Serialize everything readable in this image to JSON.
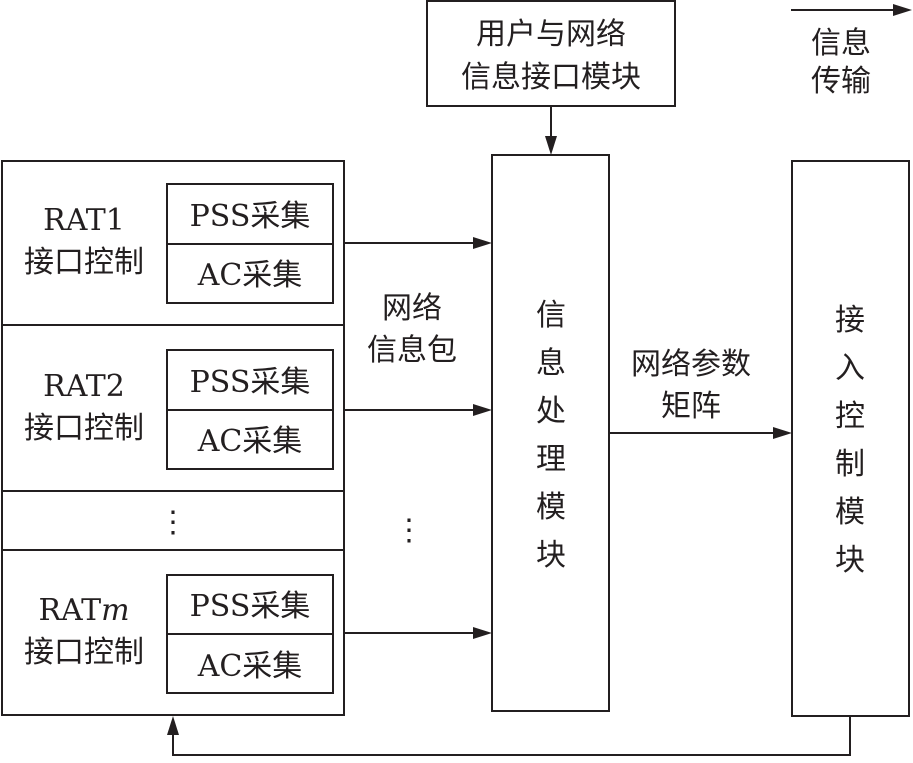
{
  "legend": {
    "label_line1": "信息",
    "label_line2": "传输",
    "arrow_icon": "arrow-right-icon"
  },
  "user_network_module": {
    "line1": "用户与网络",
    "line2": "信息接口模块"
  },
  "rat_blocks": [
    {
      "name_prefix": "RAT",
      "name_suffix": "1",
      "suffix_italic": false,
      "subtitle": "接口控制",
      "sub1": "PSS采集",
      "sub2": "AC采集"
    },
    {
      "name_prefix": "RAT",
      "name_suffix": "2",
      "suffix_italic": false,
      "subtitle": "接口控制",
      "sub1": "PSS采集",
      "sub2": "AC采集"
    },
    {
      "name_prefix": "RAT",
      "name_suffix": "m",
      "suffix_italic": true,
      "subtitle": "接口控制",
      "sub1": "PSS采集",
      "sub2": "AC采集"
    }
  ],
  "ellipsis": "⋮",
  "network_info_packet": {
    "line1": "网络",
    "line2": "信息包"
  },
  "info_processing_module": {
    "chars": [
      "信",
      "息",
      "处",
      "理",
      "模",
      "块"
    ]
  },
  "network_param_matrix": {
    "line1": "网络参数",
    "line2": "矩阵"
  },
  "access_control_module": {
    "chars": [
      "接",
      "入",
      "控",
      "制",
      "模",
      "块"
    ]
  }
}
